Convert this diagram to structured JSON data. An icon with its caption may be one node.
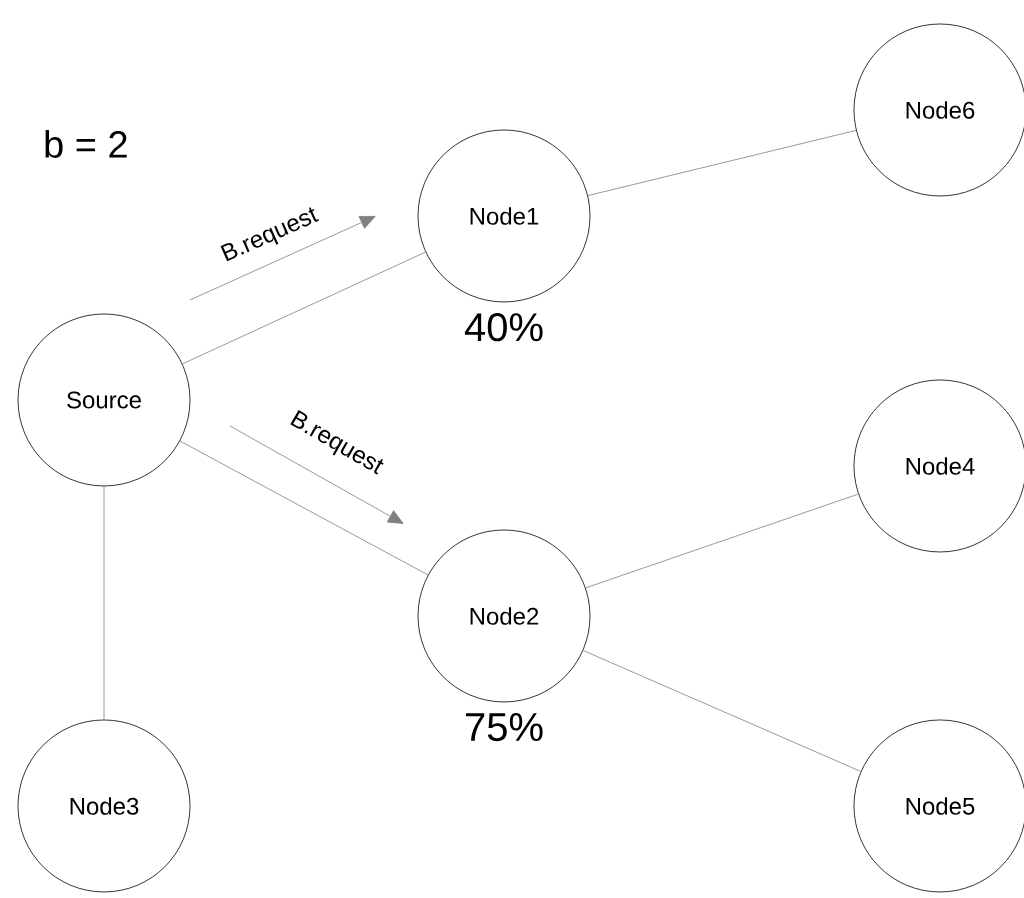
{
  "diagram": {
    "nodes": [
      {
        "text": [
          "Source"
        ]
      },
      {
        "text": [
          "Node1"
        ],
        "beside": [
          "40%"
        ]
      },
      {
        "text": [
          "Node6"
        ]
      },
      {
        "text": [
          "Node4"
        ]
      },
      {
        "text": [
          "Node2"
        ],
        "beside": [
          "75%"
        ]
      },
      {
        "text": [
          "Node3"
        ]
      },
      {
        "text": [
          "Node5"
        ]
      }
    ],
    "edges": [
      {
        "from": 0,
        "to": 1,
        "arrow": "none",
        "label": "B.request"
      },
      {
        "from": 0,
        "to": 4,
        "arrow": "none",
        "label": "B.request"
      },
      {
        "from": 0,
        "to": 5,
        "arrow": "none"
      },
      {
        "from": 1,
        "to": 2,
        "arrow": "none"
      },
      {
        "from": 4,
        "to": 3,
        "arrow": "none"
      },
      {
        "from": 4,
        "to": 6,
        "arrow": "none"
      }
    ],
    "labels": [
      "b = 2"
    ]
  }
}
